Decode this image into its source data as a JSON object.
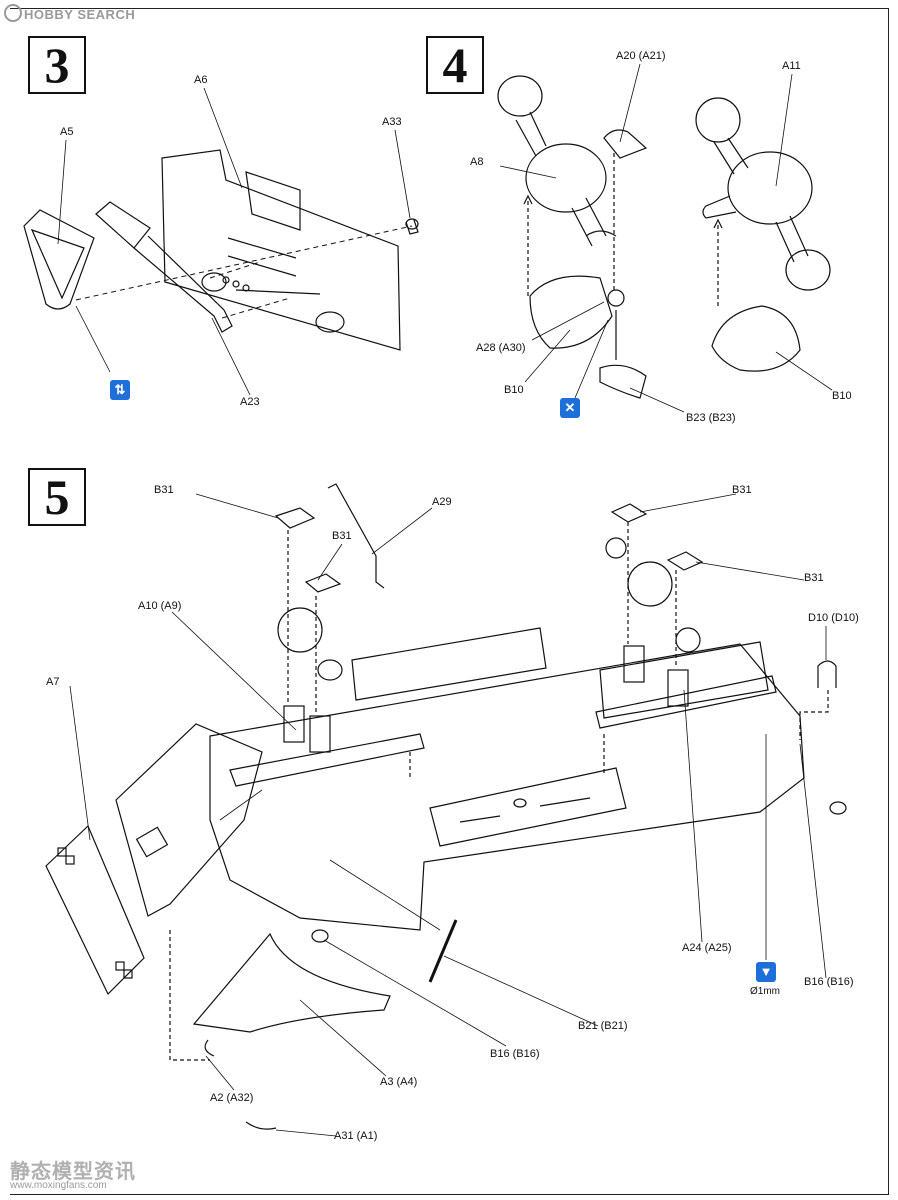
{
  "watermark_top": "HOBBY SEARCH",
  "steps": {
    "s3": "3",
    "s4": "4",
    "s5": "5"
  },
  "labels": {
    "a5": "A5",
    "a6": "A6",
    "a33": "A33",
    "a23": "A23",
    "a20": "A20 (A21)",
    "a11": "A11",
    "a8": "A8",
    "a28": "A28 (A30)",
    "b10_left": "B10",
    "b10_right": "B10",
    "b23": "B23 (B23)",
    "b31_a": "B31",
    "b31_b": "B31",
    "b31_c": "B31",
    "b31_d": "B31",
    "a29": "A29",
    "a10": "A10 (A9)",
    "d10": "D10 (D10)",
    "a7": "A7",
    "a24": "A24 (A25)",
    "b21": "B21 (B21)",
    "b16_left": "B16 (B16)",
    "b16_right": "B16 (B16)",
    "a3": "A3 (A4)",
    "a2": "A2 (A32)",
    "a31": "A31 (A1)",
    "drill": "Ø1mm"
  },
  "icons": {
    "flip": "flip-icon",
    "cement": "cement-icon",
    "drill": "drill-icon"
  },
  "watermark_bottom": "静态模型资讯",
  "watermark_url": "www.moxingfans.com",
  "colors": {
    "ink": "#111111",
    "accent": "#1e6fd9",
    "watermark": "#9a9a9a"
  }
}
